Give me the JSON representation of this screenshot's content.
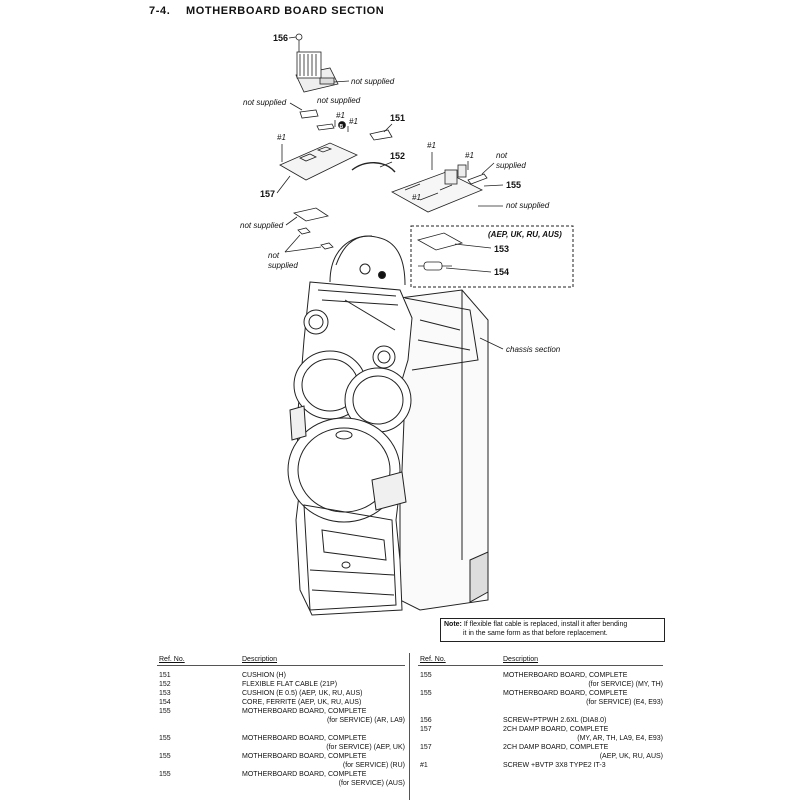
{
  "section": {
    "number": "7-4.",
    "title": "MOTHERBOARD BOARD SECTION"
  },
  "callouts": {
    "c156": "156",
    "c151": "151",
    "c152": "152",
    "c157": "157",
    "c155": "155",
    "c153": "153",
    "c154": "154",
    "hash": "#1",
    "b": "B",
    "not_supplied": "not supplied",
    "not": "not",
    "supplied": "supplied",
    "region": "(AEP, UK, RU, AUS)",
    "chassis": "chassis section"
  },
  "note": {
    "label": "Note:",
    "line1": "If flexible flat cable is replaced, install it after bending",
    "line2": "it in the same form as that before replacement."
  },
  "table": {
    "ref_header": "Ref. No.",
    "desc_header": "Description",
    "left": [
      {
        "ref": "151",
        "d1": "CUSHION (H)",
        "d2": ""
      },
      {
        "ref": "152",
        "d1": "FLEXIBLE FLAT CABLE (21P)",
        "d2": ""
      },
      {
        "ref": "153",
        "d1": "CUSHION (E 0.5) (AEP, UK, RU, AUS)",
        "d2": ""
      },
      {
        "ref": "154",
        "d1": "CORE, FERRITE (AEP, UK, RU, AUS)",
        "d2": ""
      },
      {
        "ref": "155",
        "d1": "MOTHERBOARD BOARD, COMPLETE",
        "d2": "(for SERVICE) (AR, LA9)"
      },
      {
        "ref": "155",
        "d1": "MOTHERBOARD BOARD, COMPLETE",
        "d2": "(for SERVICE) (AEP, UK)"
      },
      {
        "ref": "155",
        "d1": "MOTHERBOARD BOARD, COMPLETE",
        "d2": "(for SERVICE) (RU)"
      },
      {
        "ref": "155",
        "d1": "MOTHERBOARD BOARD, COMPLETE",
        "d2": "(for SERVICE) (AUS)"
      }
    ],
    "right": [
      {
        "ref": "155",
        "d1": "MOTHERBOARD BOARD, COMPLETE",
        "d2": "(for SERVICE) (MY, TH)"
      },
      {
        "ref": "155",
        "d1": "MOTHERBOARD BOARD, COMPLETE",
        "d2": "(for SERVICE) (E4, E93)"
      },
      {
        "ref": "156",
        "d1": "SCREW+PTPWH 2.6XL (DIA8.0)",
        "d2": ""
      },
      {
        "ref": "157",
        "d1": "2CH DAMP BOARD, COMPLETE",
        "d2": "(MY, AR, TH, LA9, E4, E93)"
      },
      {
        "ref": "157",
        "d1": "2CH DAMP BOARD, COMPLETE",
        "d2": "(AEP, UK, RU, AUS)"
      },
      {
        "ref": "#1",
        "d1": "SCREW +BVTP 3X8 TYPE2 IT-3",
        "d2": ""
      }
    ]
  }
}
